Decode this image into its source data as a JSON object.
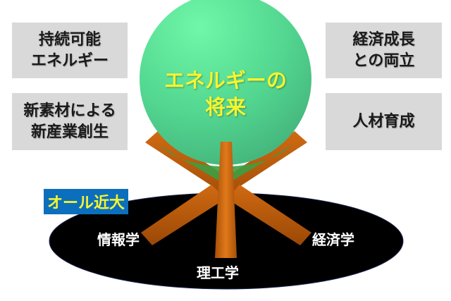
{
  "boxes": {
    "top_left": "持続可能\nエネルギー",
    "bottom_left": "新素材による\n新産業創生",
    "top_right": "経済成長\nとの両立",
    "bottom_right": "人材育成"
  },
  "center": {
    "title": "エネルギーの\n将来"
  },
  "base": {
    "label": "オール近大"
  },
  "legs": {
    "left": "情報学",
    "right": "経済学",
    "bottom": "理工学"
  },
  "colors": {
    "box_bg": "#d9d9d9",
    "sphere": "#4cc98a",
    "sphere_highlight": "#6ef5a6",
    "facet": "#3c9e42",
    "leg": "#c4610d",
    "base": "#000000",
    "tag_bg": "#0c6fbd",
    "title_text": "#f5f530"
  }
}
